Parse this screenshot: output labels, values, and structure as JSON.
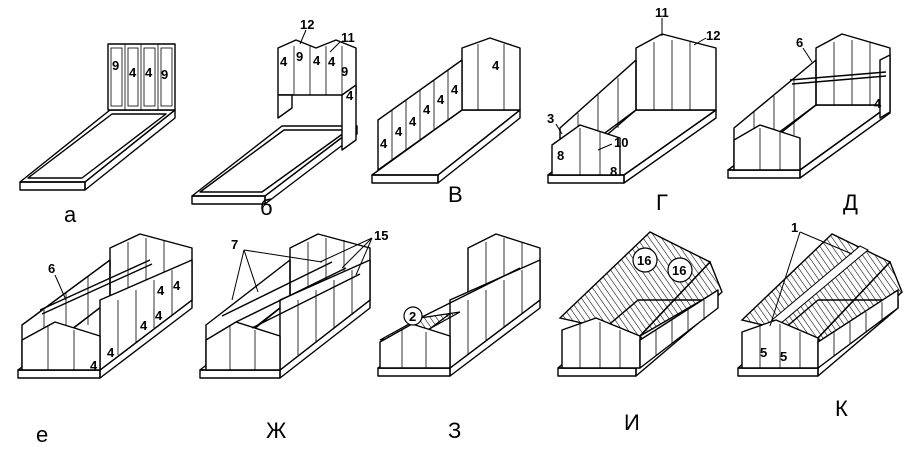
{
  "panels": [
    {
      "caption": "а",
      "labels": [
        "9",
        "4",
        "4",
        "9"
      ]
    },
    {
      "caption": "б",
      "labels": [
        "12",
        "11",
        "4",
        "9",
        "4",
        "4",
        "9",
        "4"
      ]
    },
    {
      "caption": "В",
      "labels": [
        "4",
        "4",
        "4",
        "4",
        "4",
        "4",
        "4"
      ]
    },
    {
      "caption": "Г",
      "labels": [
        "11",
        "12",
        "3",
        "10",
        "8",
        "8"
      ]
    },
    {
      "caption": "Д",
      "labels": [
        "6",
        "4"
      ]
    },
    {
      "caption": "е",
      "labels": [
        "6",
        "4",
        "4",
        "4",
        "4",
        "4",
        "4"
      ]
    },
    {
      "caption": "Ж",
      "labels": [
        "7",
        "15"
      ]
    },
    {
      "caption": "З",
      "labels": [
        "2"
      ]
    },
    {
      "caption": "И",
      "labels": [
        "16",
        "16"
      ]
    },
    {
      "caption": "К",
      "labels": [
        "1",
        "5",
        "5"
      ]
    }
  ]
}
